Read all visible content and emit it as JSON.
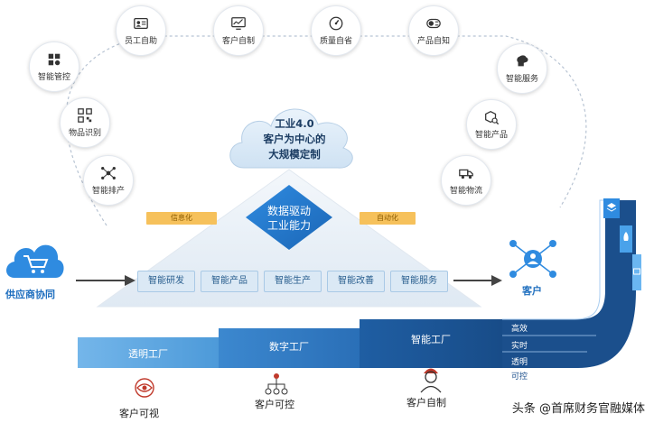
{
  "center": {
    "cloud_line1": "工业4.0",
    "cloud_line2": "客户为中心的",
    "cloud_line3": "大规模定制",
    "diamond_line1": "数据驱动",
    "diamond_line2": "工业能力"
  },
  "tags": {
    "left": "信息化",
    "right": "自动化"
  },
  "nodes": {
    "staff": {
      "label": "员工自助",
      "icon": "id-card-icon"
    },
    "customer_made": {
      "label": "客户自制",
      "icon": "monitor-icon"
    },
    "quality": {
      "label": "质量自省",
      "icon": "gauge-icon"
    },
    "product_aware": {
      "label": "产品自知",
      "icon": "toggle-icon"
    },
    "smart_control": {
      "label": "智能管控",
      "icon": "grid-icon"
    },
    "material_id": {
      "label": "物品识别",
      "icon": "qr-code-icon"
    },
    "smart_schedule": {
      "label": "智能排产",
      "icon": "network-icon"
    },
    "smart_service": {
      "label": "智能服务",
      "icon": "brain-icon"
    },
    "smart_product": {
      "label": "智能产品",
      "icon": "box-search-icon"
    },
    "smart_logistics": {
      "label": "智能物流",
      "icon": "truck-icon"
    }
  },
  "pills": [
    "智能研发",
    "智能产品",
    "智能生产",
    "智能改善",
    "智能服务"
  ],
  "supply_label": "供应商协同",
  "customer_label": "客户",
  "factories": {
    "transparent": "透明工厂",
    "digital": "数字工厂",
    "smart": "智能工厂"
  },
  "curve_labels": [
    "高效",
    "实时",
    "透明",
    "可控"
  ],
  "bottom": {
    "visible": "客户可视",
    "controllable": "客户可控",
    "self_made": "客户自制"
  },
  "watermark": "头条 @首席财务官融媒体",
  "colors": {
    "primary_blue": "#1f6fbf",
    "light_blue": "#5aa5e0",
    "navy": "#1c3d63",
    "tag_yellow": "#f6c15b",
    "red_accent": "#c0392b"
  }
}
